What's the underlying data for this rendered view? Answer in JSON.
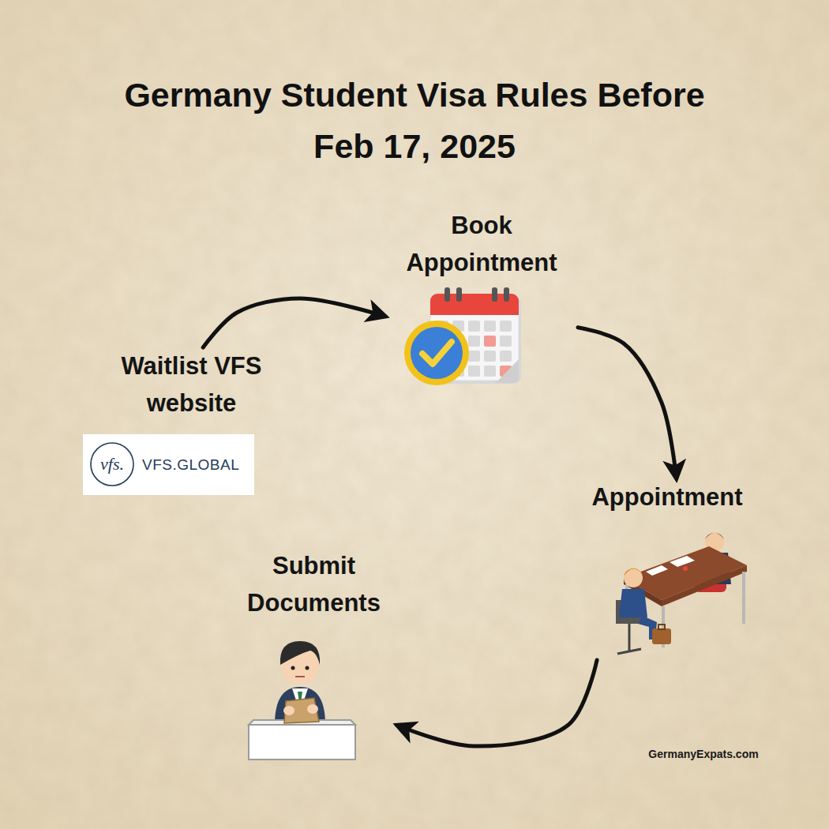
{
  "diagram": {
    "title": "Germany Student Visa Rules Before Feb 17, 2025",
    "nodes": [
      {
        "text": [
          "Book Appointment"
        ]
      },
      {
        "text": [
          "Waitlist VFS website"
        ]
      },
      {
        "text": [
          "Appointment"
        ]
      },
      {
        "text": [
          "Submit Documents"
        ]
      }
    ],
    "edges": [
      {
        "from": 1,
        "to": 0,
        "arrow": "to"
      },
      {
        "from": 0,
        "to": 2,
        "arrow": "to"
      },
      {
        "from": 2,
        "to": 3,
        "arrow": "to"
      }
    ],
    "labels": [
      "vfs.",
      "VFS.GLOBAL",
      "GermanyExpats.com"
    ]
  }
}
